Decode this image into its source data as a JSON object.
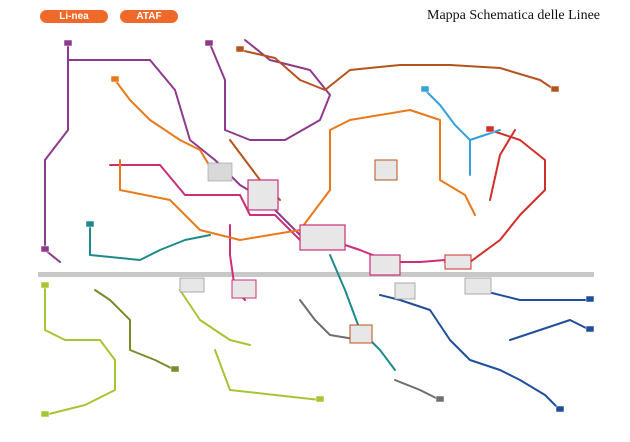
{
  "header": {
    "title": "Mappa Schematica delle Linee",
    "logo_linea": "Li-nea",
    "logo_ataf": "ATAF"
  },
  "colors": {
    "background": "#ffffff",
    "brand_orange": "#ef6a2a",
    "railway": "#c8c8c8"
  },
  "lines": [
    {
      "name": "line-purple",
      "color": "#8e3a8c"
    },
    {
      "name": "line-magenta",
      "color": "#cc2f7a"
    },
    {
      "name": "line-orange",
      "color": "#e87a1c"
    },
    {
      "name": "line-brown",
      "color": "#b5531d"
    },
    {
      "name": "line-red",
      "color": "#d0302a"
    },
    {
      "name": "line-lightblue",
      "color": "#36a1d9"
    },
    {
      "name": "line-teal",
      "color": "#1f8a8a"
    },
    {
      "name": "line-darkblue",
      "color": "#1f4f9a"
    },
    {
      "name": "line-green",
      "color": "#a5c535"
    },
    {
      "name": "line-olive",
      "color": "#7c8a2a"
    },
    {
      "name": "line-grey",
      "color": "#6e6e6e"
    }
  ]
}
